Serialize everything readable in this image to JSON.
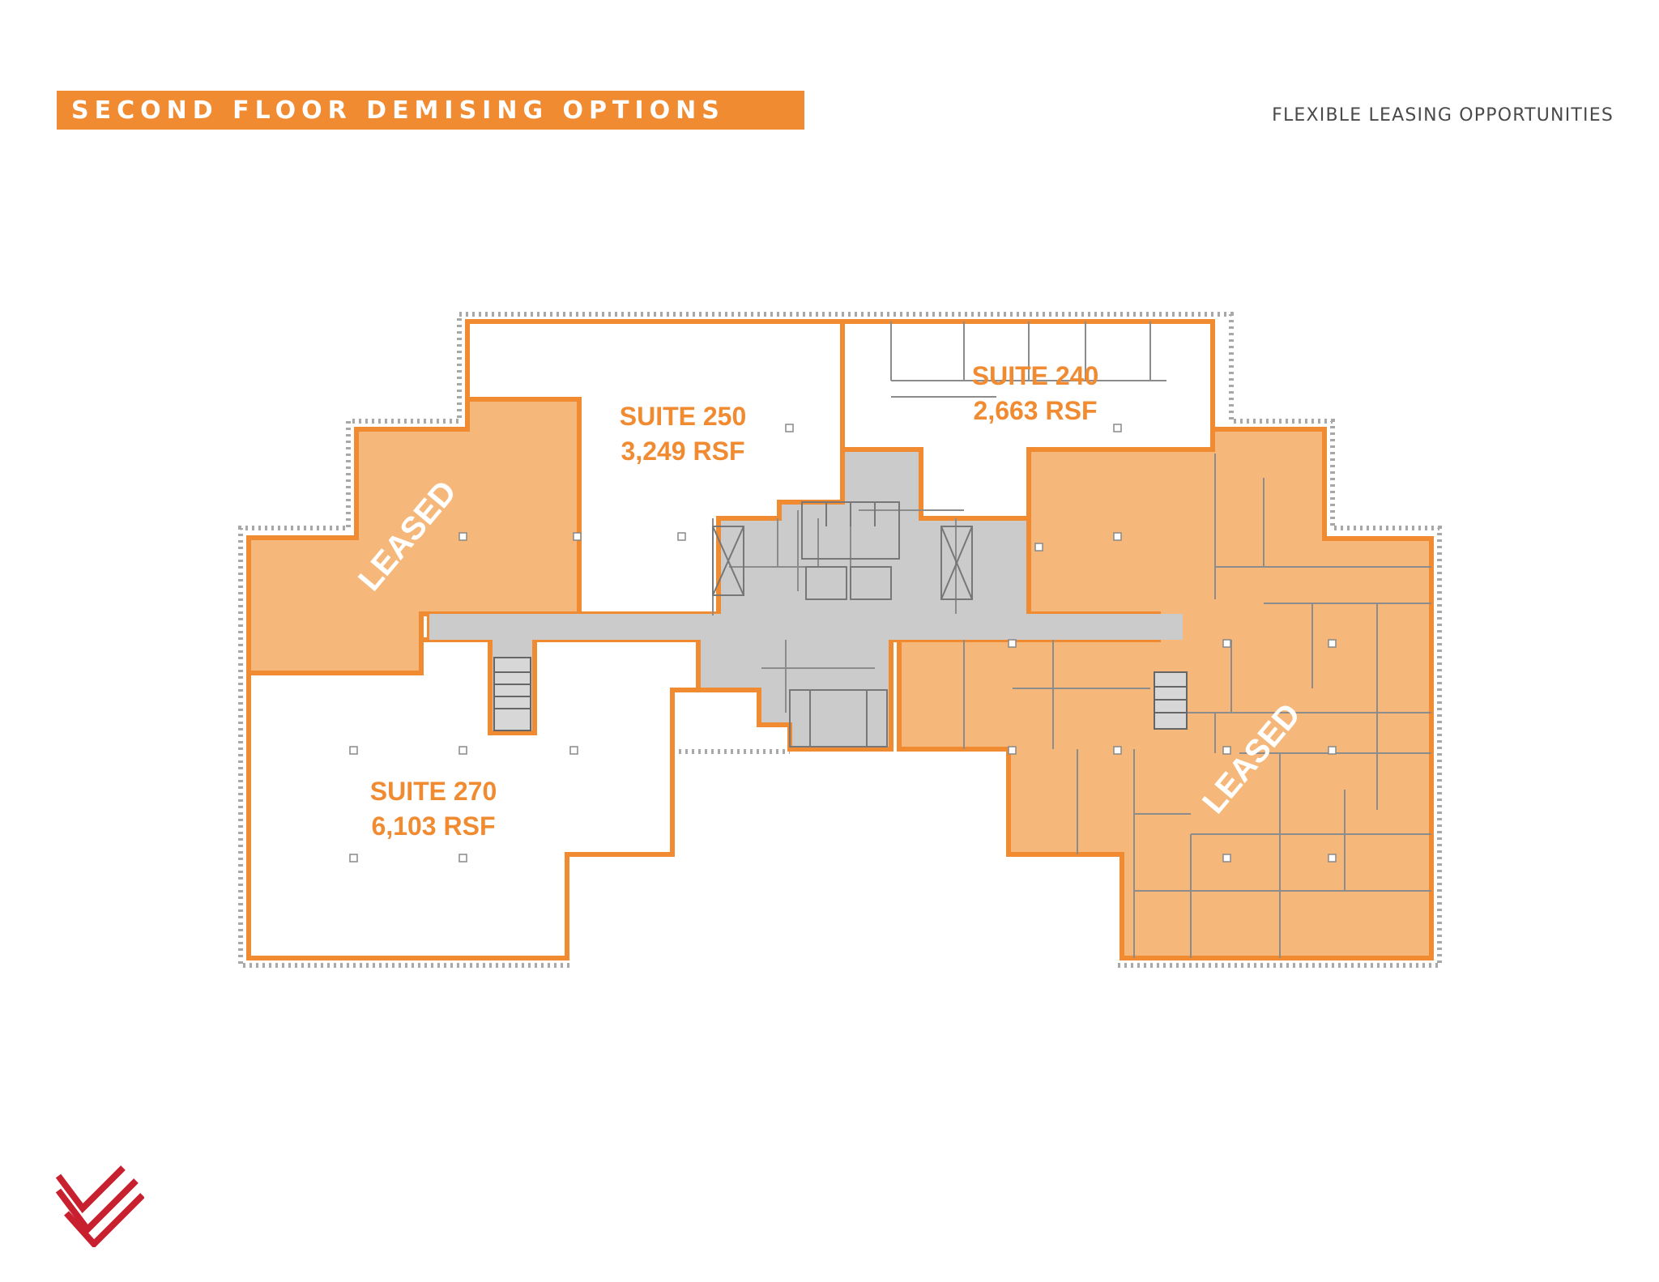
{
  "header": {
    "title": "SECOND FLOOR DEMISING OPTIONS",
    "subtitle": "FLEXIBLE LEASING OPPORTUNITIES"
  },
  "colors": {
    "accent": "#f18b32",
    "leased_fill": "#f6b87a",
    "core_fill": "#cbcbcb",
    "wall_gray": "#9a9a9a",
    "logo_red": "#c8202f",
    "text_white": "#ffffff"
  },
  "suites": {
    "s250": {
      "name": "SUITE 250",
      "area": "3,249 RSF"
    },
    "s240": {
      "name": "SUITE 240",
      "area": "2,663 RSF"
    },
    "s270": {
      "name": "SUITE 270",
      "area": "6,103 RSF"
    }
  },
  "leased": {
    "west": "LEASED",
    "east": "LEASED"
  },
  "logo": {
    "icon": "chevron-logo-icon"
  }
}
